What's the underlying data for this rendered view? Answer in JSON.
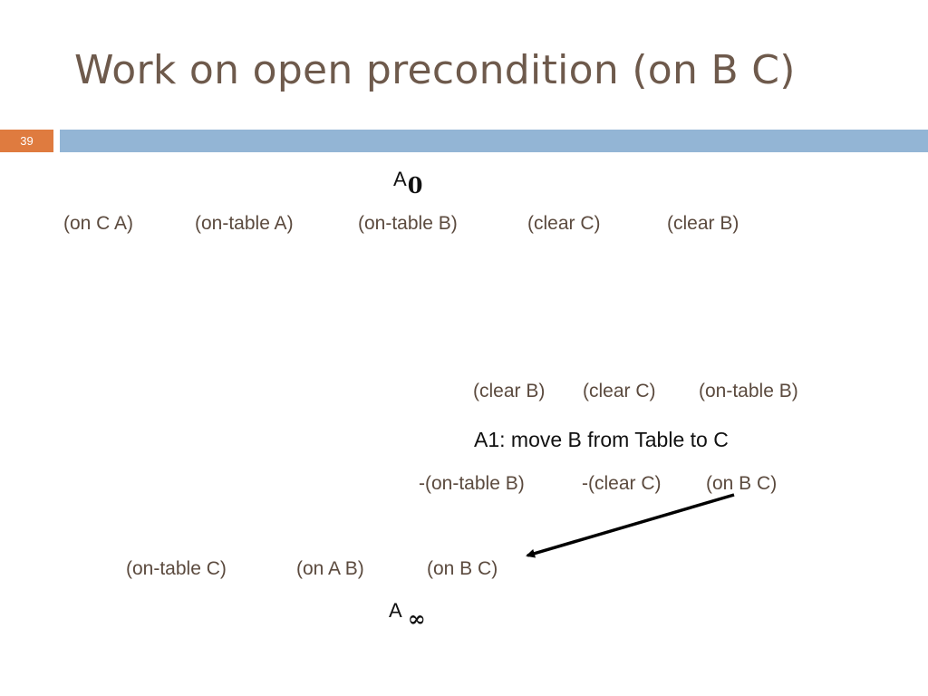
{
  "title": "Work on open precondition (on B C)",
  "page_number": "39",
  "colors": {
    "title": "#6e5a4c",
    "accent_badge": "#df7b3f",
    "title_bar": "#93b5d5",
    "literal": "#5b4a3e"
  },
  "start_step": {
    "label": "A",
    "subscript": "0",
    "effects": [
      "(on C A)",
      "(on-table A)",
      "(on-table B)",
      "(clear C)",
      "(clear B)"
    ]
  },
  "step_a1": {
    "preconditions": [
      "(clear B)",
      "(clear C)",
      "(on-table B)"
    ],
    "action_label": "A1: move B from Table to C",
    "effects": [
      "-(on-table B)",
      "-(clear C)",
      "(on B C)"
    ]
  },
  "goal_step": {
    "label": "A",
    "subscript": "∞",
    "preconditions": [
      "(on-table C)",
      "(on A B)",
      "(on B C)"
    ]
  }
}
